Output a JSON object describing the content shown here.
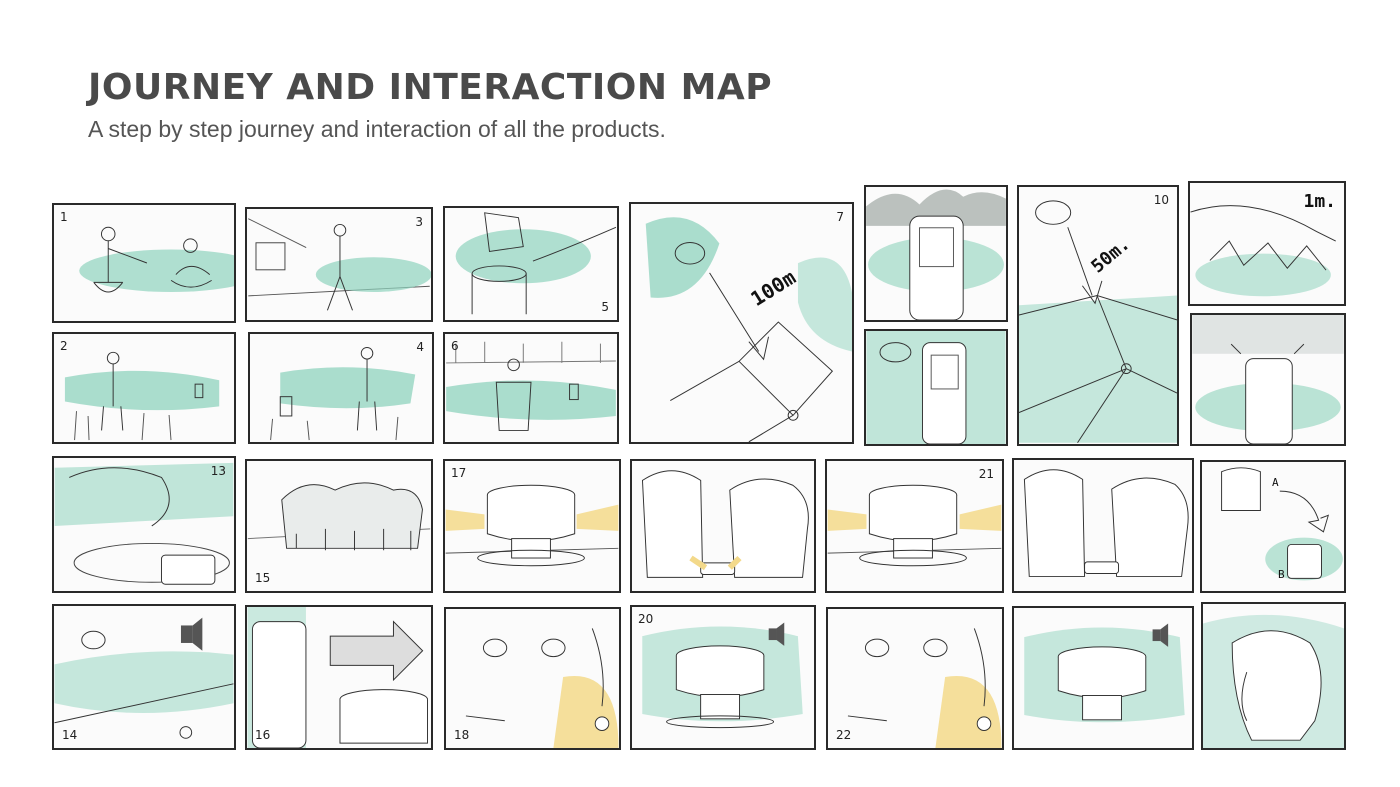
{
  "header": {
    "title": "JOURNEY AND INTERACTION MAP",
    "subtitle": "A step by step journey and interaction of all the products."
  },
  "colors": {
    "wash": "#8fd3bd",
    "sand": "#f3d98a",
    "ink": "#2a2a2a",
    "title": "#4a4a4a"
  },
  "panels": {
    "p1": "1",
    "p2": "2",
    "p3": "3",
    "p4": "4",
    "p5": "5",
    "p6": "6",
    "p7": "7",
    "p10": "10",
    "p13": "13",
    "p14": "14",
    "p15": "15",
    "p16": "16",
    "p17": "17",
    "p18": "18",
    "p20": "20",
    "p21": "21",
    "p22": "22"
  },
  "annotations": {
    "distance_100": "100m",
    "distance_50": "50m.",
    "distance_1": "1m.",
    "point_a": "A",
    "point_b": "B"
  }
}
